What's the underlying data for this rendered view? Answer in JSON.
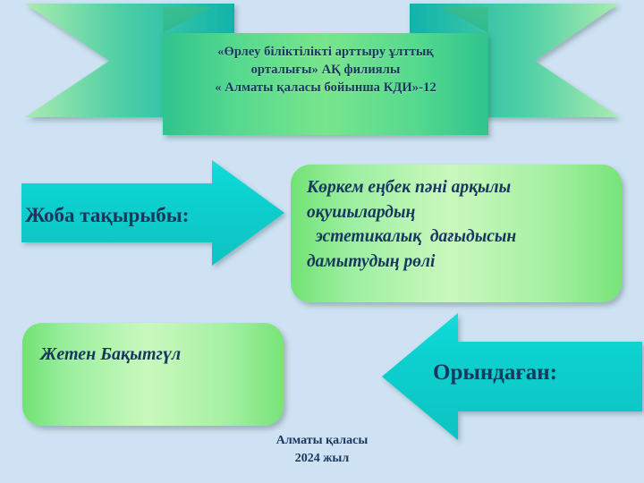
{
  "slide": {
    "background_color": "#cfe2f3",
    "text_color": "#17375e"
  },
  "ribbon": {
    "name": "title-ribbon",
    "fill_light": "#9fe8a8",
    "fill_dark": "#12b0a8",
    "panel_fill": "#5fd98a",
    "title_lines": [
      "«Өрлеу біліктілікті арттыру ұлттық",
      "орталығы» АҚ филиялы",
      "« Алматы қаласы бойынша КДИ»-12"
    ]
  },
  "topic": {
    "arrow_label": "Жоба тақырыбы:",
    "arrow_color": "#0fd0d0",
    "box_lines": [
      "Көркем еңбек пәні арқылы",
      "оқушылардың",
      "  эстетикалық  дағыдысын",
      "дамытудың рөлі"
    ]
  },
  "author": {
    "arrow_label": "Орындаған:",
    "arrow_color": "#0fd0d0",
    "name": "Жетен Бақытгүл"
  },
  "footer": {
    "city": "Алматы қаласы",
    "year": "2024 жыл"
  }
}
